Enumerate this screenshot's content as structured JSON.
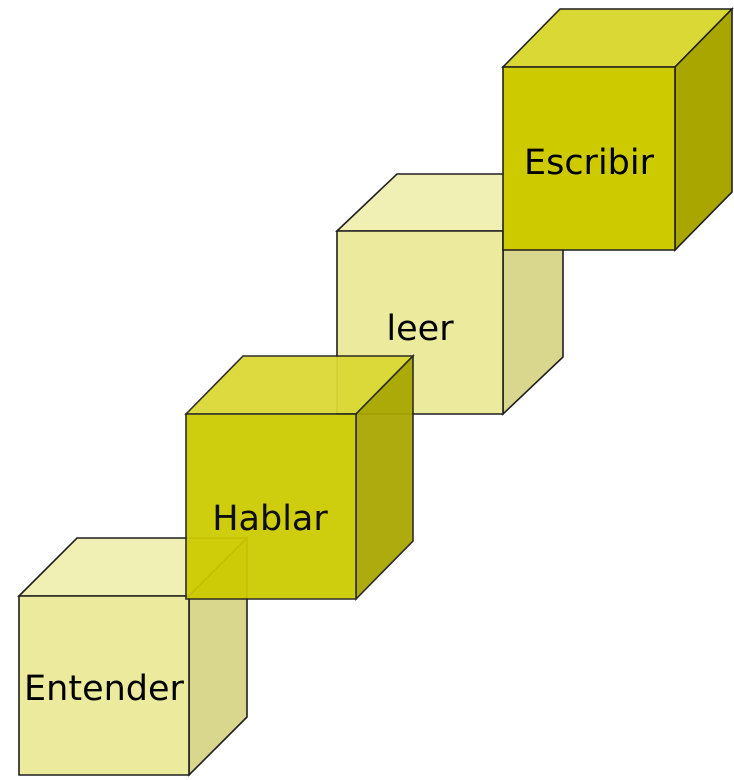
{
  "diagram": {
    "colors": {
      "light_front": "#ECEB9D",
      "light_top": "#F0EFB4",
      "light_side": "#D9D68E",
      "dark_front": "#CDCB00",
      "dark_top": "#DAD834",
      "dark_side": "#A9A600",
      "outline": "#1F1F1F"
    },
    "cubes": [
      {
        "label": "Entender",
        "style": "light"
      },
      {
        "label": "Hablar",
        "style": "dark"
      },
      {
        "label": "leer",
        "style": "light"
      },
      {
        "label": "Escribir",
        "style": "dark"
      }
    ]
  }
}
